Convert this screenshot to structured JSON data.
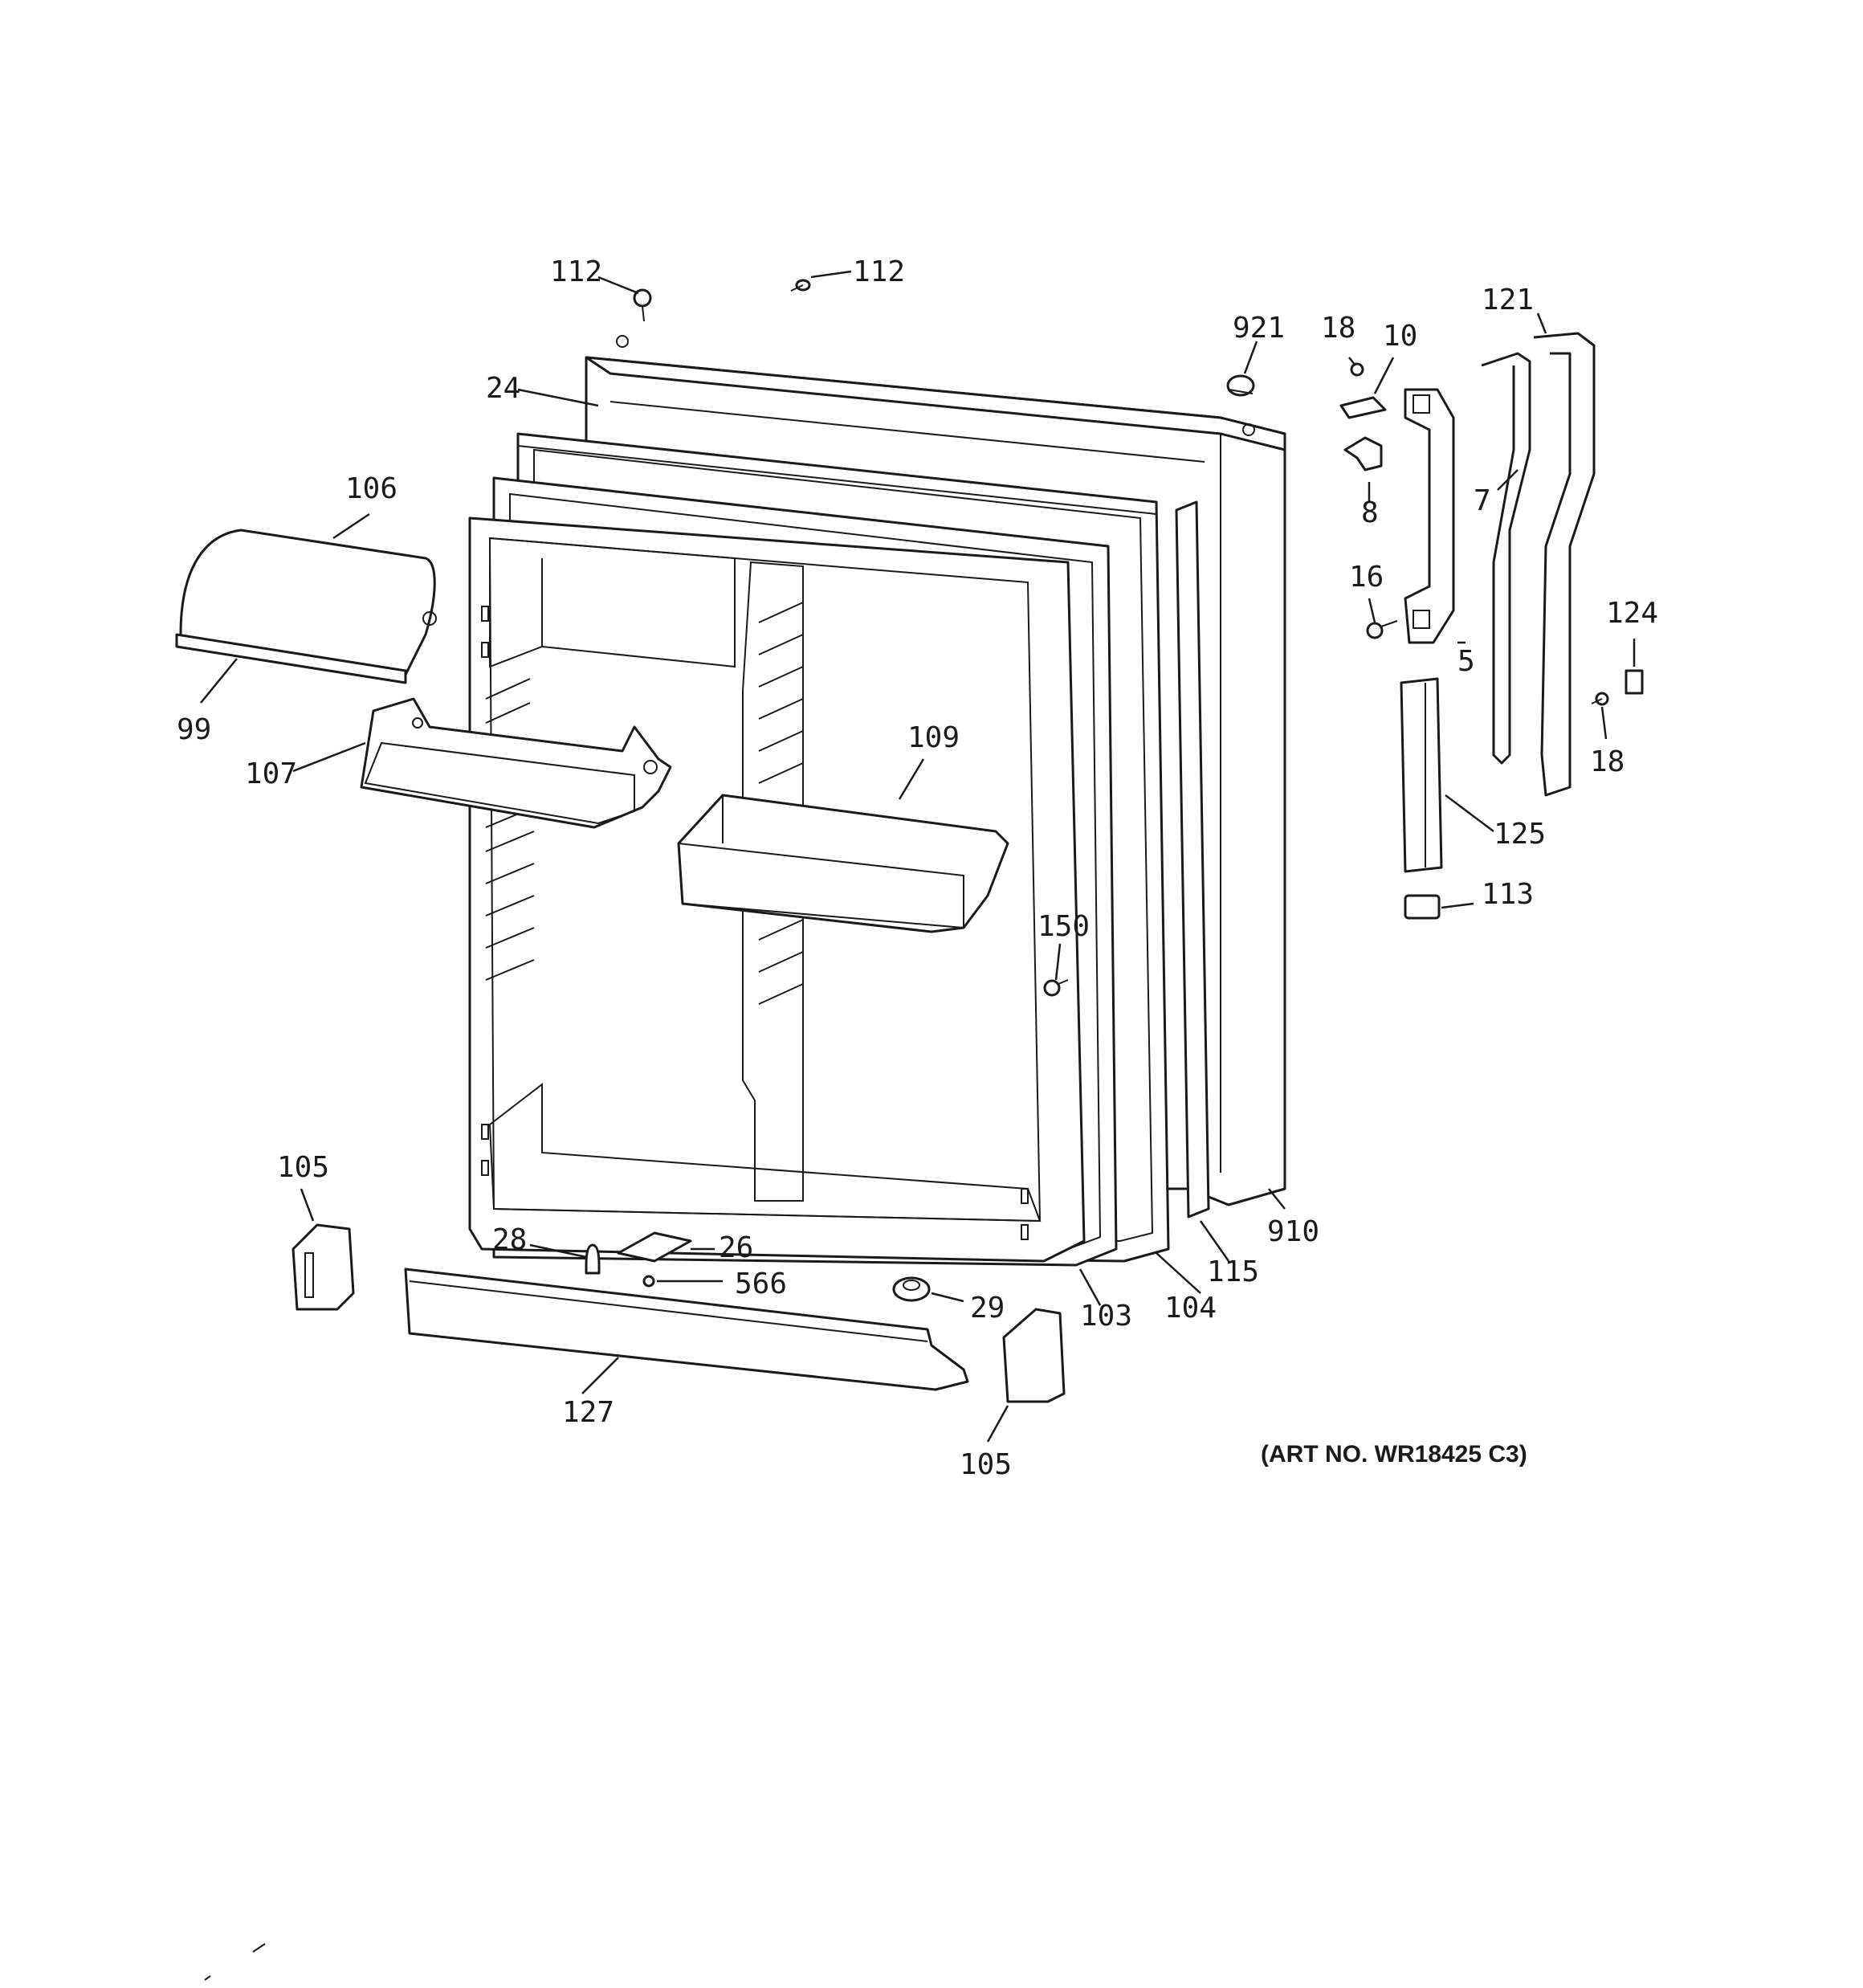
{
  "diagram": {
    "art_number": "(ART NO. WR18425 C3)",
    "callouts": [
      {
        "id": "c-112a",
        "label": "112"
      },
      {
        "id": "c-112b",
        "label": "112"
      },
      {
        "id": "c-921",
        "label": "921"
      },
      {
        "id": "c-18a",
        "label": "18"
      },
      {
        "id": "c-10",
        "label": "10"
      },
      {
        "id": "c-121",
        "label": "121"
      },
      {
        "id": "c-24",
        "label": "24"
      },
      {
        "id": "c-8",
        "label": "8"
      },
      {
        "id": "c-7",
        "label": "7"
      },
      {
        "id": "c-106",
        "label": "106"
      },
      {
        "id": "c-16",
        "label": "16"
      },
      {
        "id": "c-124",
        "label": "124"
      },
      {
        "id": "c-5",
        "label": "5"
      },
      {
        "id": "c-99",
        "label": "99"
      },
      {
        "id": "c-18b",
        "label": "18"
      },
      {
        "id": "c-107",
        "label": "107"
      },
      {
        "id": "c-109",
        "label": "109"
      },
      {
        "id": "c-125",
        "label": "125"
      },
      {
        "id": "c-113",
        "label": "113"
      },
      {
        "id": "c-150",
        "label": "150"
      },
      {
        "id": "c-105a",
        "label": "105"
      },
      {
        "id": "c-910",
        "label": "910"
      },
      {
        "id": "c-28",
        "label": "28"
      },
      {
        "id": "c-26",
        "label": "26"
      },
      {
        "id": "c-115",
        "label": "115"
      },
      {
        "id": "c-566",
        "label": "566"
      },
      {
        "id": "c-29",
        "label": "29"
      },
      {
        "id": "c-104",
        "label": "104"
      },
      {
        "id": "c-103",
        "label": "103"
      },
      {
        "id": "c-127",
        "label": "127"
      },
      {
        "id": "c-105b",
        "label": "105"
      }
    ]
  }
}
